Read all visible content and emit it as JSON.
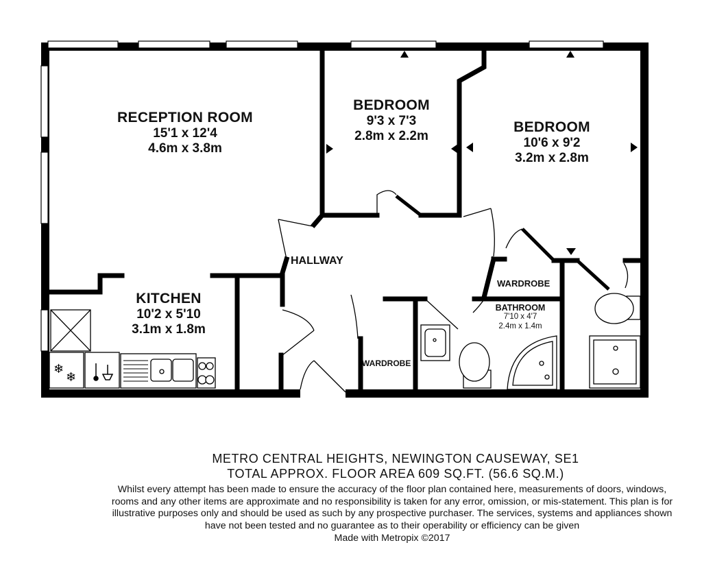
{
  "rooms": {
    "reception": {
      "name": "RECEPTION ROOM",
      "imperial": "15'1 x 12'4",
      "metric": "4.6m x 3.8m"
    },
    "bedroom1": {
      "name": "BEDROOM",
      "imperial": "9'3 x 7'3",
      "metric": "2.8m x 2.2m"
    },
    "bedroom2": {
      "name": "BEDROOM",
      "imperial": "10'6 x 9'2",
      "metric": "3.2m x 2.8m"
    },
    "kitchen": {
      "name": "KITCHEN",
      "imperial": "10'2 x 5'10",
      "metric": "3.1m x 1.8m"
    },
    "hallway": {
      "name": "HALLWAY"
    },
    "wardrobe1": {
      "name": "WARDROBE"
    },
    "wardrobe2": {
      "name": "WARDROBE"
    },
    "bathroom": {
      "name": "BATHROOM",
      "imperial": "7'10 x 4'7",
      "metric": "2.4m x 1.4m"
    }
  },
  "footer": {
    "address": "METRO CENTRAL HEIGHTS, NEWINGTON CAUSEWAY, SE1",
    "area": "TOTAL APPROX. FLOOR AREA 609 SQ.FT. (56.6 SQ.M.)",
    "disclaimer": "Whilst every attempt has been made to ensure the accuracy of the floor plan contained here, measurements of doors, windows, rooms and any other items are approximate and no responsibility is taken for any error, omission, or mis-statement. This plan is for illustrative purposes only and should be used as such by any prospective purchaser. The services, systems and appliances shown have not been tested and no guarantee as to their operability or efficiency can be given",
    "credit": "Made with Metropix ©2017"
  }
}
